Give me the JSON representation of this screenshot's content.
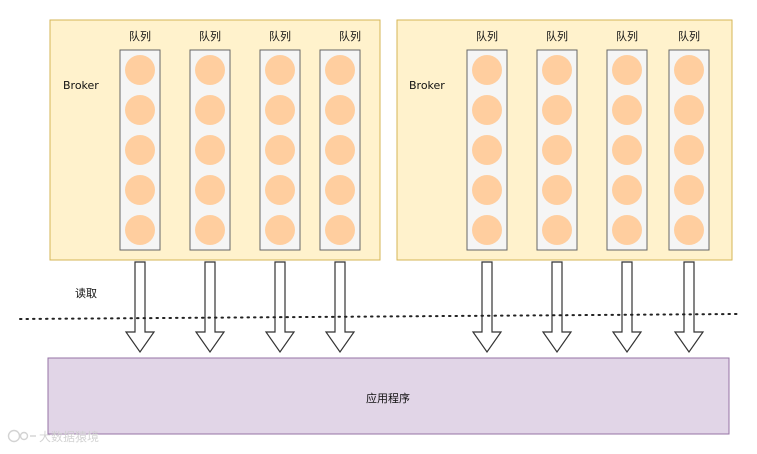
{
  "colors": {
    "broker_fill": "#fff2cc",
    "broker_stroke": "#d6b656",
    "queue_fill": "#f5f5f5",
    "queue_stroke": "#666666",
    "message_fill": "#ffce9f",
    "app_fill": "#e1d5e7",
    "app_stroke": "#9673a6",
    "arrow_stroke": "#333333"
  },
  "brokers": [
    {
      "label": "Broker",
      "queues": [
        {
          "label": "队列",
          "messages": 5
        },
        {
          "label": "队列",
          "messages": 5
        },
        {
          "label": "队列",
          "messages": 5
        },
        {
          "label": "队列",
          "messages": 5
        }
      ]
    },
    {
      "label": "Broker",
      "queues": [
        {
          "label": "队列",
          "messages": 5
        },
        {
          "label": "队列",
          "messages": 5
        },
        {
          "label": "队列",
          "messages": 5
        },
        {
          "label": "队列",
          "messages": 5
        }
      ]
    }
  ],
  "read_label": "读取",
  "application_label": "应用程序",
  "watermark": "大数据猿境"
}
